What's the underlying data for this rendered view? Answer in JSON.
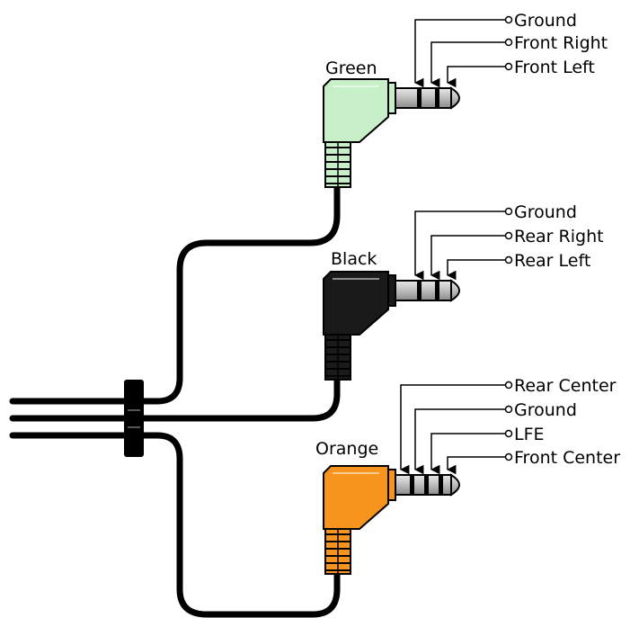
{
  "colors": {
    "green": "#c8f0c8",
    "black": "#1a1a1a",
    "orange": "#f7941d",
    "cable": "#000000",
    "metal": "#c8c8c8"
  },
  "plugs": [
    {
      "label": "Green",
      "color_key": "green",
      "pins": [
        "Ground",
        "Front Right",
        "Front Left"
      ]
    },
    {
      "label": "Black",
      "color_key": "black",
      "pins": [
        "Ground",
        "Rear Right",
        "Rear Left"
      ]
    },
    {
      "label": "Orange",
      "color_key": "orange",
      "pins": [
        "Rear Center",
        "Ground",
        "LFE",
        "Front Center"
      ]
    }
  ]
}
